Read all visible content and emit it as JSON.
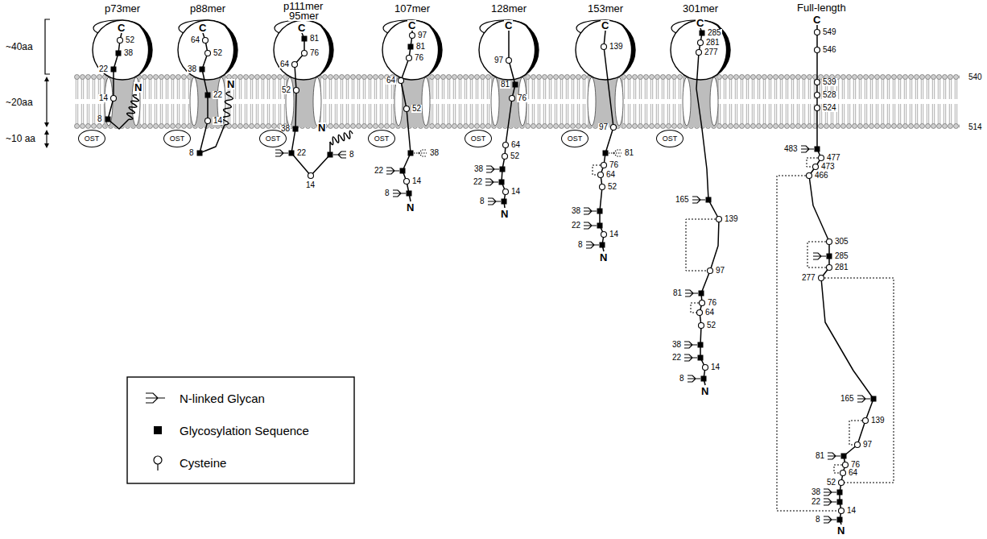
{
  "diagram": {
    "nodes": [
      {
        "text": [
          "OST"
        ]
      },
      {
        "text": [
          "OST"
        ]
      },
      {
        "text": [
          "OST"
        ]
      },
      {
        "text": [
          "OST"
        ]
      },
      {
        "text": [
          "OST"
        ]
      },
      {
        "text": [
          "OST"
        ]
      },
      {
        "text": [
          "OST"
        ]
      }
    ],
    "labels": [
      "p73mer",
      "p88mer",
      "p111mer",
      "95mer",
      "107mer",
      "128mer",
      "153mer",
      "301mer",
      "Full-length",
      "~40aa",
      "~20aa",
      "~10 aa",
      "C",
      "52",
      "38",
      "22",
      "14",
      "8",
      "N",
      "C",
      "64",
      "52",
      "38",
      "22",
      "14",
      "8",
      "N",
      "C",
      "81",
      "76",
      "64",
      "52",
      "38",
      "22",
      "14",
      "8",
      "N",
      "C",
      "97",
      "81",
      "76",
      "64",
      "52",
      "38",
      "22",
      "14",
      "8",
      "N",
      "C",
      "97",
      "81",
      "76",
      "64",
      "52",
      "38",
      "22",
      "14",
      "8",
      "N",
      "C",
      "139",
      "97",
      "81",
      "76",
      "64",
      "52",
      "38",
      "22",
      "14",
      "8",
      "N",
      "C",
      "285",
      "281",
      "277",
      "165",
      "139",
      "97",
      "81",
      "76",
      "64",
      "52",
      "38",
      "22",
      "14",
      "8",
      "N",
      "C",
      "549",
      "546",
      "540",
      "539",
      "528",
      "524",
      "514",
      "483",
      "477",
      "473",
      "466",
      "305",
      "285",
      "281",
      "277",
      "165",
      "139",
      "97",
      "81",
      "76",
      "64",
      "52",
      "38",
      "22",
      "14",
      "8",
      "N"
    ],
    "legend": [
      {
        "text": "N-linked Glycan"
      },
      {
        "text": "Glycosylation Sequence"
      },
      {
        "text": "Cysteine"
      }
    ]
  }
}
